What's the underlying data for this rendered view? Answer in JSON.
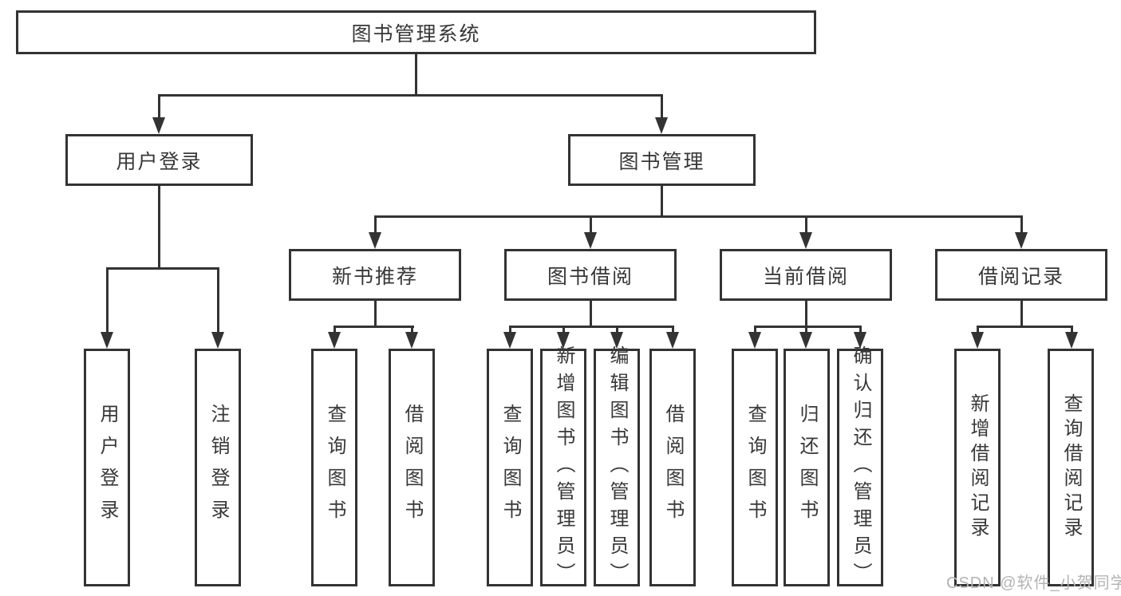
{
  "diagram": {
    "title": "图书管理系统",
    "level2": {
      "user_login": "用户登录",
      "book_management": "图书管理"
    },
    "level3": {
      "new_book_recommend": "新书推荐",
      "book_borrow": "图书借阅",
      "current_borrow": "当前借阅",
      "borrow_records": "借阅记录"
    },
    "leaves": {
      "user_login": "用户登录",
      "logout": "注销登录",
      "nb_query_books": "查询图书",
      "nb_borrow_books": "借阅图书",
      "bb_query_books": "查询图书",
      "bb_add_books": "新增图书（管理员）",
      "bb_edit_books": "编辑图书（管理员）",
      "bb_borrow_books": "借阅图书",
      "cb_query_books": "查询图书",
      "cb_return_books": "归还图书",
      "cb_confirm_return": "确认归还（管理员）",
      "br_add_record": "新增借阅记录",
      "br_query_record": "查询借阅记录"
    },
    "colors": {
      "line": "#333333",
      "watermark": "#b3b3b3"
    },
    "watermark": "CSDN @软件_小贺同学"
  }
}
